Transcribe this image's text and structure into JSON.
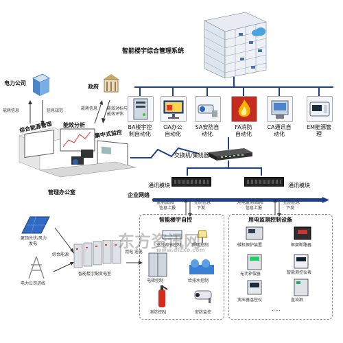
{
  "title": "智能楼宇综合管理系统",
  "subsystems": [
    {
      "label": "BA楼宇控制自动化",
      "line1": "BA楼宇控",
      "line2": "制自动化"
    },
    {
      "label": "OA办公自动化",
      "line1": "OA办公",
      "line2": "自动化"
    },
    {
      "label": "SA安防自动化",
      "line1": "SA安防自",
      "line2": "动化"
    },
    {
      "label": "FA消防自动化",
      "line1": "FA消防",
      "line2": "自动化"
    },
    {
      "label": "CA通讯自动化",
      "line1": "CA通讯自",
      "line2": "动化"
    },
    {
      "label": "EM能源管理",
      "line1": "EM能源管",
      "line2": "理"
    }
  ],
  "power_company": "电力公司",
  "government": "政府",
  "energy_info": "能耗信息",
  "info_spec": "信息规范",
  "energy_info_gov": "能耗信息",
  "energy_compare": "能效对标与",
  "energy_eval": "能效评估",
  "integrated_energy": "综合能源管理",
  "energy_analysis": "能效分析",
  "centralized_monitor": "集中式监控",
  "mgmt_office": "管理办公室",
  "switch": "交换机/集线器",
  "comm_module_1": "通讯模块",
  "comm_module_2": "通讯模块",
  "enterprise_network": "企业网络",
  "left_link": {
    "a": "监测\\故障",
    "b": "信息上报",
    "c": "控制信息",
    "d": "下发"
  },
  "right_link": {
    "a": "用电监测\\故障",
    "b": "信息上报",
    "c": "控制信息",
    "d": "下发"
  },
  "bldg_control": "智能楼宇自控",
  "power_control": "用电监测控制设备",
  "pv": {
    "a": "屋顶光伏/风力",
    "b": "发电"
  },
  "grid_in": "电力公司进线",
  "integrated_source": "综合能源",
  "distribution_room": "智能楼宇配变电室",
  "power_supply": "用电 送电",
  "ac_heating": "空气调节控制",
  "lighting": "照明控制",
  "elevator": "电梯控制",
  "water": "给排水控制",
  "fire": "消防控制",
  "security": "安防监控",
  "relay": "微机保护装置",
  "breaker": "框架断路器",
  "reactive": "无功补偿器",
  "meter": "智能测控仪表",
  "transformer": "变压器温控仪",
  "dc_panel": "直流屏",
  "watermark": "东方资讯网",
  "watermark_url": "www.dfzxo.com",
  "colors": {
    "bus": "#1d3f8b",
    "accent": "#e02020",
    "building": "#9ab"
  }
}
